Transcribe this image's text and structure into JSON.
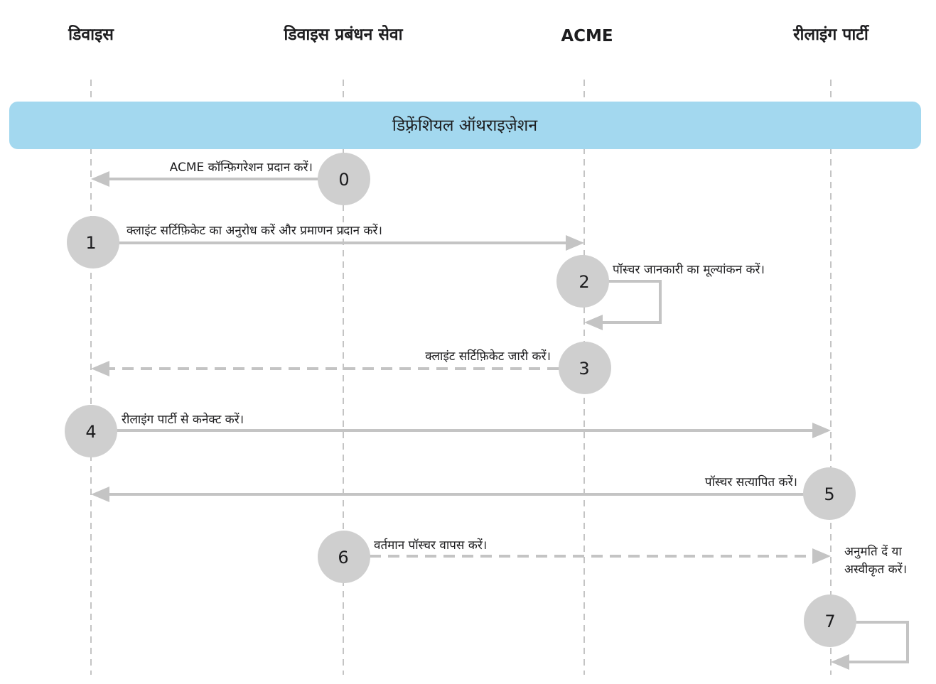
{
  "lanes": [
    {
      "id": "device",
      "title": "डिवाइस"
    },
    {
      "id": "mdm",
      "title": "डिवाइस प्रबंधन सेवा"
    },
    {
      "id": "acme",
      "title": "ACME"
    },
    {
      "id": "relying",
      "title": "रीलाइंग पार्टी"
    }
  ],
  "banner": {
    "label": "डिफ़्रेंशियल ऑथराइज़ेशन",
    "color": "#a3d8ef"
  },
  "colors": {
    "arrow": "#c4c4c4",
    "step_circle": "#cfcfcf",
    "lifeline": "#b0b0b0"
  },
  "steps": [
    {
      "number": "0",
      "from": "mdm",
      "to": "device",
      "style": "solid",
      "text": "ACME कॉन्फ़िगरेशन प्रदान करें।"
    },
    {
      "number": "1",
      "from": "device",
      "to": "acme",
      "style": "solid",
      "text": "क्लाइंट सर्टिफ़िकेट का अनुरोध करें और प्रमाणन प्रदान करें।"
    },
    {
      "number": "2",
      "from": "acme",
      "to": "acme",
      "style": "self",
      "text": "पॉस्चर जानकारी का मूल्यांकन करें।"
    },
    {
      "number": "3",
      "from": "acme",
      "to": "device",
      "style": "dashed",
      "text": "क्लाइंट सर्टिफ़िकेट जारी करें।"
    },
    {
      "number": "4",
      "from": "device",
      "to": "relying",
      "style": "solid",
      "text": "रीलाइंग पार्टी से कनेक्ट करें।"
    },
    {
      "number": "5",
      "from": "relying",
      "to": "device",
      "style": "solid",
      "text": "पॉस्चर सत्यापित करें।"
    },
    {
      "number": "6",
      "from": "mdm",
      "to": "relying",
      "style": "dashed",
      "text": "वर्तमान पॉस्चर वापस करें।"
    },
    {
      "number": "7",
      "from": "relying",
      "to": "relying",
      "style": "self",
      "text_lines": [
        "अनुमति दें या",
        "अस्वीकृत करें।"
      ]
    }
  ]
}
